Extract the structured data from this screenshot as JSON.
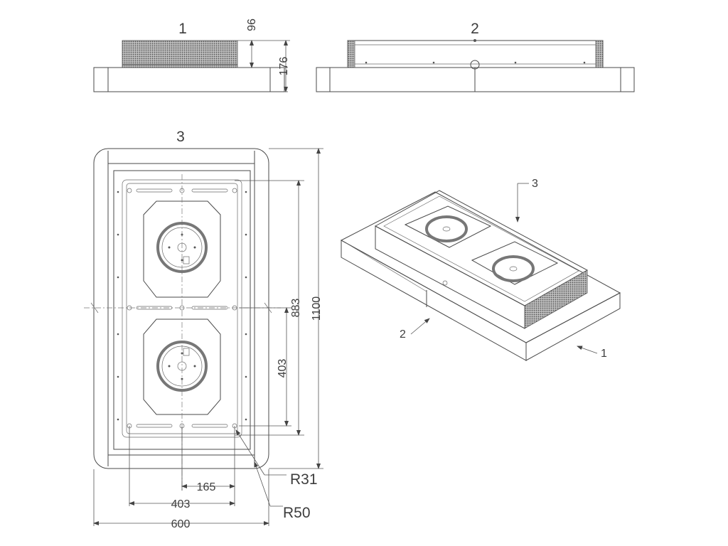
{
  "views": {
    "view1_label": "1",
    "view2_label": "2",
    "view3_label": "3"
  },
  "dimensions": {
    "height_top": "96",
    "height_total": "176",
    "depth_inner": "883",
    "depth_total": "1100",
    "spacing_403_vertical": "403",
    "width_165": "165",
    "width_403": "403",
    "width_600": "600",
    "radius_31": "R31",
    "radius_50": "R50"
  },
  "callouts": {
    "iso_1": "1",
    "iso_2": "2",
    "iso_3": "3"
  }
}
